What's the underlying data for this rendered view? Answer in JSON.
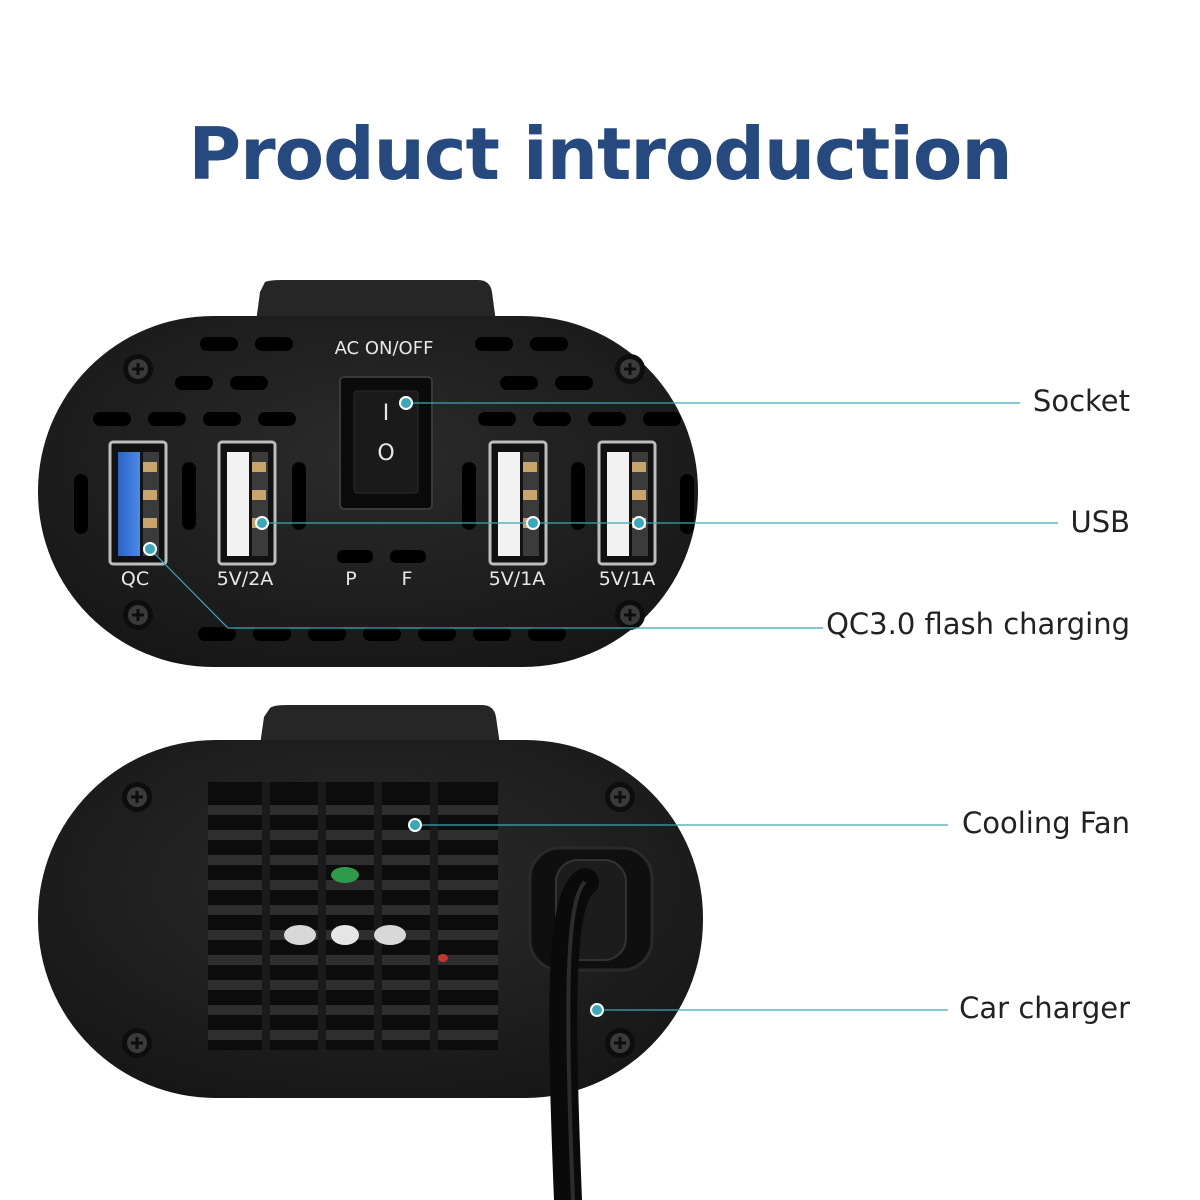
{
  "title": "Product introduction",
  "front_panel": {
    "switch_label": "AC ON/OFF",
    "switch_on_symbol": "I",
    "switch_off_symbol": "O",
    "port_labels": [
      "QC",
      "5V/2A",
      "P",
      "F",
      "5V/1A",
      "5V/1A"
    ]
  },
  "callouts": {
    "socket": "Socket",
    "usb": "USB",
    "qc": "QC3.0 flash charging",
    "cooling_fan": "Cooling Fan",
    "car_charger": "Car charger"
  },
  "colors": {
    "title": "#26497f",
    "body": "#1f1f1f",
    "callout_line": "#3aa8b8",
    "qc_port": "#2f6fd1"
  }
}
